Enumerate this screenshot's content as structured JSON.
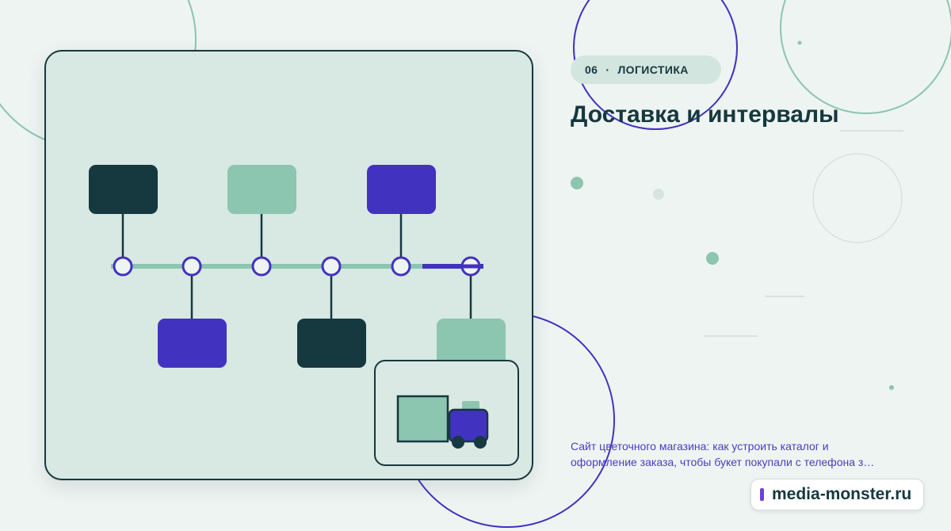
{
  "badge": {
    "number": "06",
    "separator": "·",
    "category": "ЛОГИСТИКА"
  },
  "title": "Доставка и интервалы",
  "description": {
    "line1": "Сайт цветочного магазина: как устроить каталог и",
    "line2": "оформление заказа, чтобы букет покупали с телефона з…"
  },
  "brand": {
    "label": "media-monster.ru"
  },
  "colors": {
    "background": "#eef4f2",
    "dark_teal": "#16383f",
    "mint": "#8cc5b0",
    "indigo": "#4232c0",
    "accent_purple": "#6f3fd8"
  },
  "illustration": {
    "name": "timeline-with-delivery-truck",
    "stages": [
      {
        "position": "top",
        "color": "dark_teal"
      },
      {
        "position": "bottom",
        "color": "indigo"
      },
      {
        "position": "top",
        "color": "mint"
      },
      {
        "position": "bottom",
        "color": "dark_teal"
      },
      {
        "position": "top",
        "color": "indigo"
      },
      {
        "position": "bottom",
        "color": "mint"
      }
    ],
    "icons": [
      "delivery-truck-icon"
    ]
  }
}
